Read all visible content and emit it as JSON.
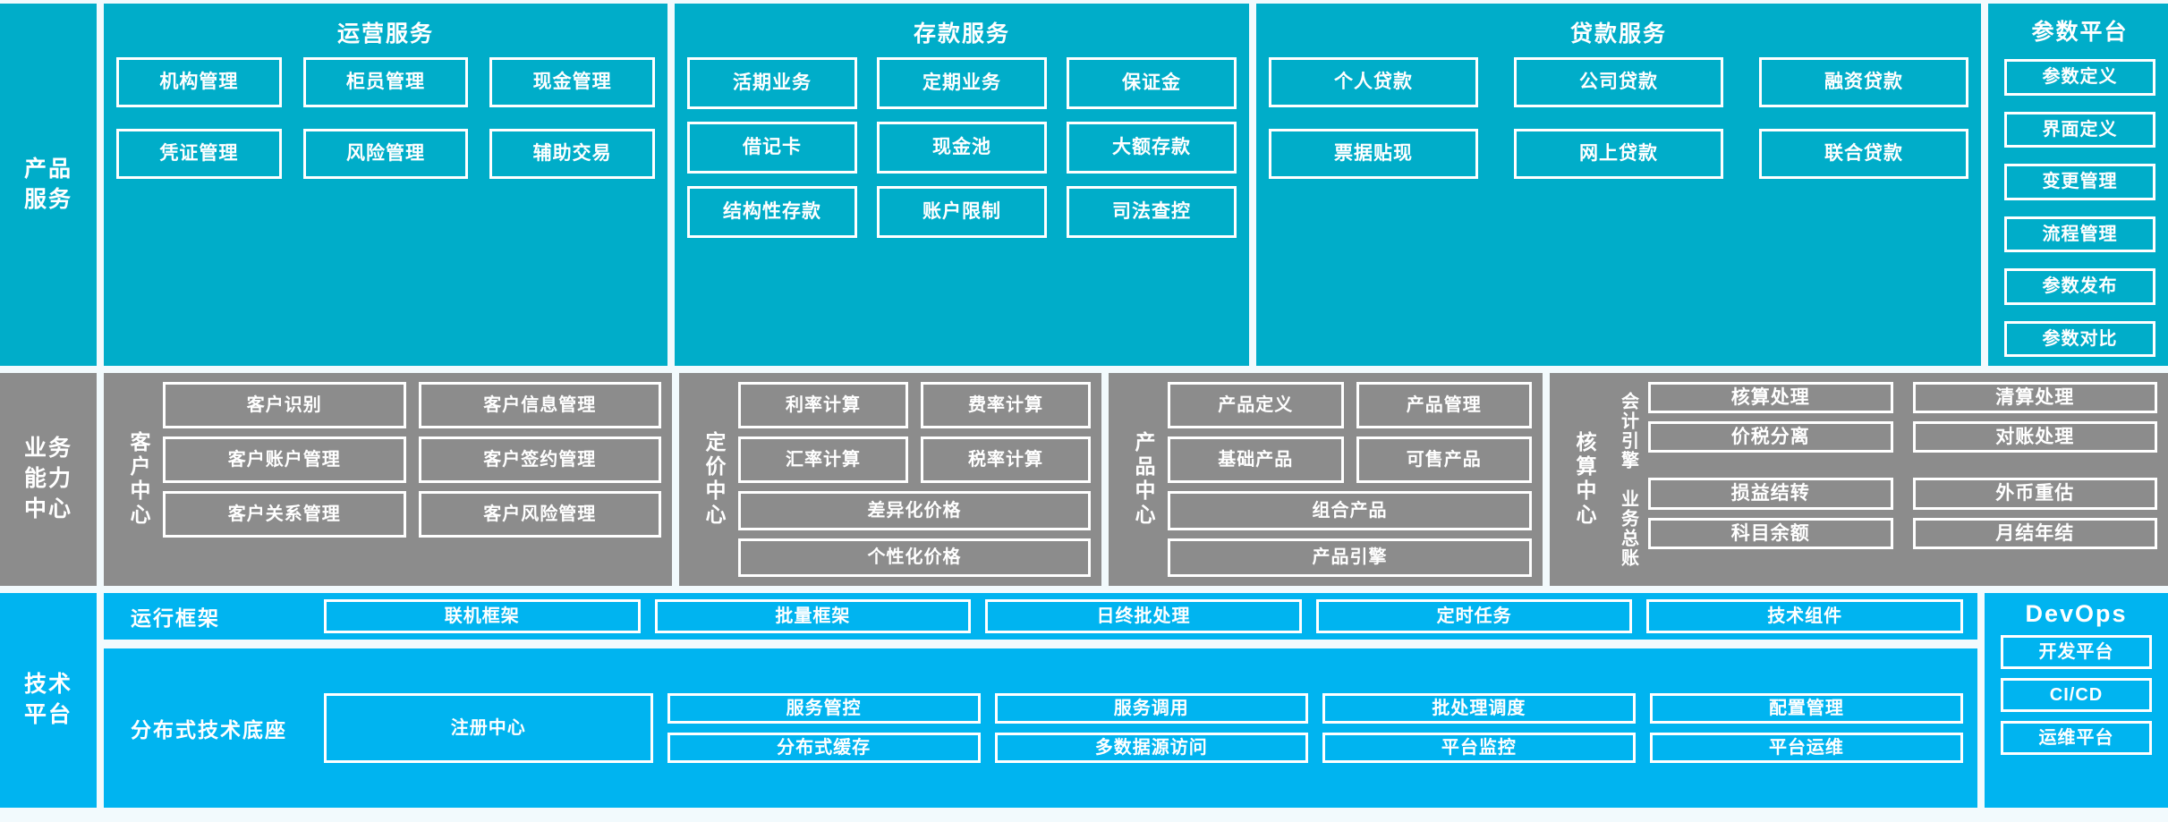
{
  "colors": {
    "product_layer": "#00ADC9",
    "capability_layer": "#8C8C8C",
    "tech_layer": "#00B4F0",
    "border": "#FFFFFF",
    "page_bg": "#F2FAFD"
  },
  "layers": {
    "product": {
      "rail_label": "产品\n服务",
      "groups": [
        {
          "title": "运营服务",
          "items": [
            "机构管理",
            "柜员管理",
            "现金管理",
            "凭证管理",
            "风险管理",
            "辅助交易"
          ]
        },
        {
          "title": "存款服务",
          "items": [
            "活期业务",
            "定期业务",
            "保证金",
            "借记卡",
            "现金池",
            "大额存款",
            "结构性存款",
            "账户限制",
            "司法查控"
          ]
        },
        {
          "title": "贷款服务",
          "items": [
            "个人贷款",
            "公司贷款",
            "融资贷款",
            "票据贴现",
            "网上贷款",
            "联合贷款"
          ]
        }
      ]
    },
    "capability": {
      "rail_label": "业务\n能力\n中心",
      "centers": [
        {
          "vlabel": "客户中心",
          "rows": [
            [
              "客户识别",
              "客户信息管理"
            ],
            [
              "客户账户管理",
              "客户签约管理"
            ],
            [
              "客户关系管理",
              "客户风险管理"
            ]
          ]
        },
        {
          "vlabel": "定价中心",
          "rows": [
            [
              "利率计算",
              "费率计算"
            ],
            [
              "汇率计算",
              "税率计算"
            ]
          ],
          "wide": [
            "差异化价格",
            "个性化价格"
          ]
        },
        {
          "vlabel": "产品中心",
          "rows": [
            [
              "产品定义",
              "产品管理"
            ],
            [
              "基础产品",
              "可售产品"
            ]
          ],
          "wide": [
            "组合产品",
            "产品引擎"
          ]
        },
        {
          "vlabel": "核算中心",
          "sub": [
            {
              "vlabel": "会计引擎",
              "rows": [
                [
                  "核算处理",
                  "清算处理"
                ],
                [
                  "价税分离",
                  "对账处理"
                ]
              ]
            },
            {
              "vlabel": "业务总账",
              "rows": [
                [
                  "损益结转",
                  "外币重估"
                ],
                [
                  "科目余额",
                  "月结年结"
                ]
              ]
            }
          ]
        }
      ]
    },
    "technology": {
      "rail_label": "技术\n平台",
      "bands": [
        {
          "label": "运行框架",
          "items": [
            "联机框架",
            "批量框架",
            "日终批处理",
            "定时任务",
            "技术组件"
          ]
        },
        {
          "label": "分布式技术底座",
          "anchor": "注册中心",
          "items": [
            "服务管控",
            "服务调用",
            "批处理调度",
            "配置管理",
            "分布式缓存",
            "多数据源访问",
            "平台监控",
            "平台运维"
          ]
        }
      ]
    }
  },
  "sidebars": {
    "param_platform": {
      "title": "参数平台",
      "items": [
        "参数定义",
        "界面定义",
        "变更管理",
        "流程管理",
        "参数发布",
        "参数对比"
      ]
    },
    "devops": {
      "title": "DevOps",
      "items": [
        "开发平台",
        "CI/CD",
        "运维平台"
      ]
    }
  }
}
